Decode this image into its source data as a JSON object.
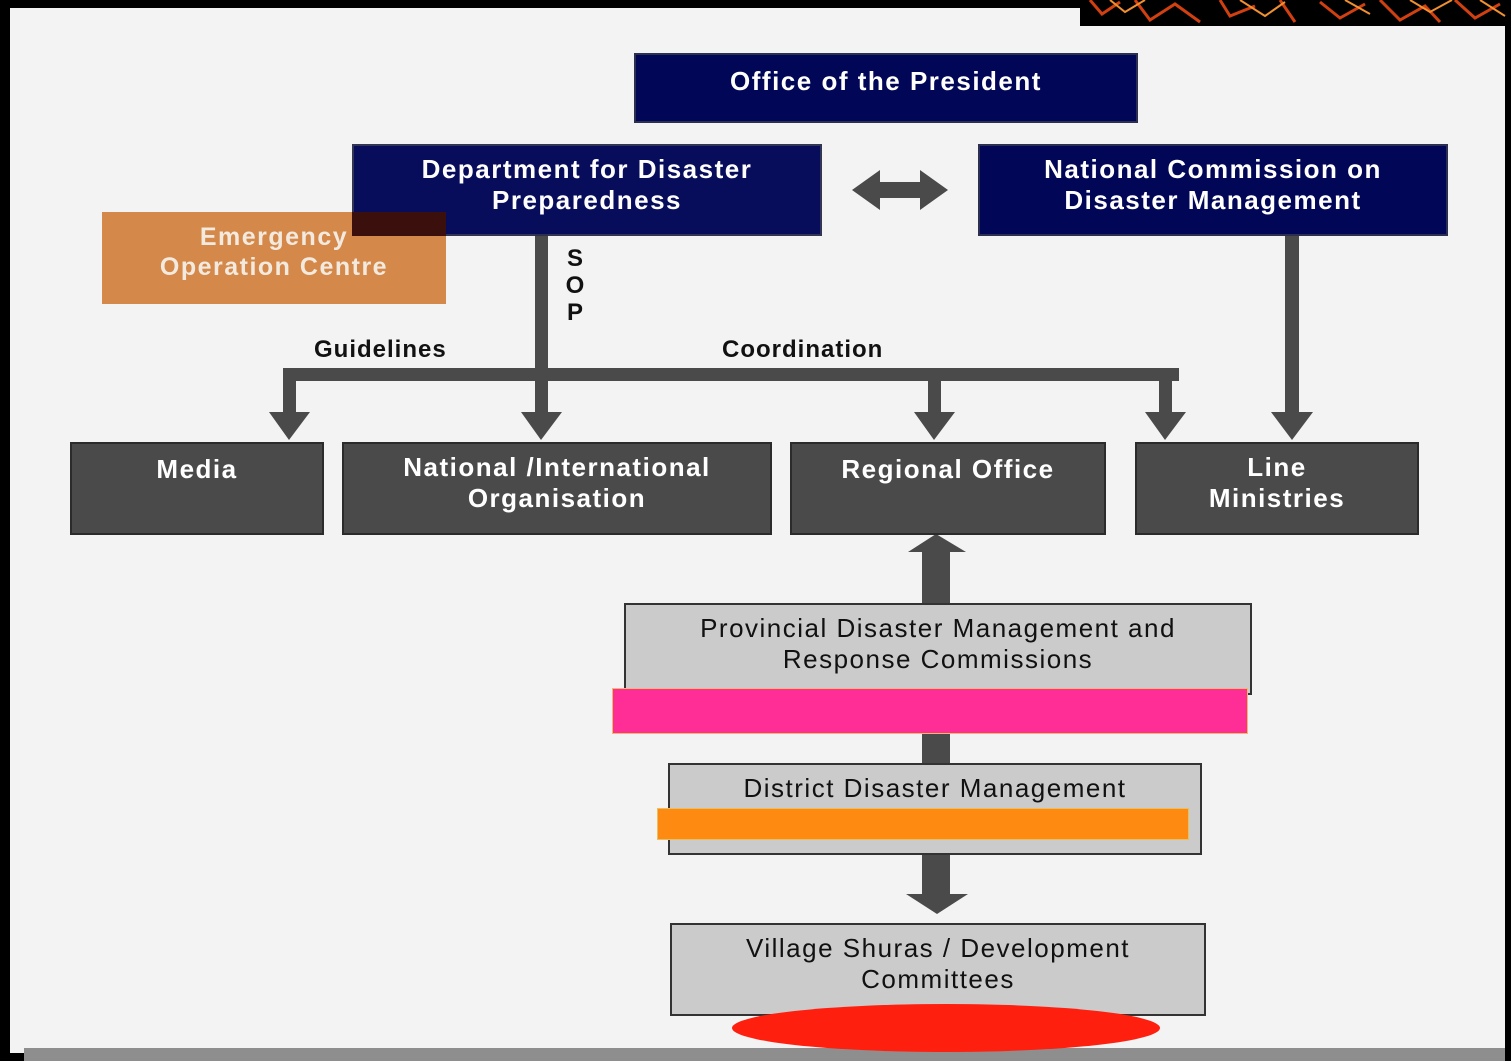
{
  "nodes": {
    "office_president": "Office of the President",
    "dept_disaster_line1": "Department for Disaster",
    "dept_disaster_line2": "Preparedness",
    "national_commission_line1": "National Commission on",
    "national_commission_line2": "Disaster Management",
    "emergency_line1": "Emergency",
    "emergency_line2": "Operation Centre",
    "media": "Media",
    "national_intl_line1": "National /International",
    "national_intl_line2": "Organisation",
    "regional_office": "Regional Office",
    "line_ministries_line1": "Line",
    "line_ministries_line2": "Ministries",
    "provincial_line1": "Provincial Disaster Management and",
    "provincial_line2": "Response Commissions",
    "district": "District Disaster Management",
    "village_line1": "Village Shuras / Development",
    "village_line2": "Committees"
  },
  "edge_labels": {
    "sop": [
      "S",
      "O",
      "P"
    ],
    "guidelines": "Guidelines",
    "coordination": "Coordination"
  },
  "colors": {
    "navy": "#010657",
    "dark_gray": "#4a4a4a",
    "light_gray": "#cbcbcb",
    "emergency_orange": "#d4884a",
    "highlight_pink": "#ff2d96",
    "highlight_orange": "#ff8a12",
    "highlight_red": "#ff1f0f",
    "arrow": "#4a4a4a"
  }
}
